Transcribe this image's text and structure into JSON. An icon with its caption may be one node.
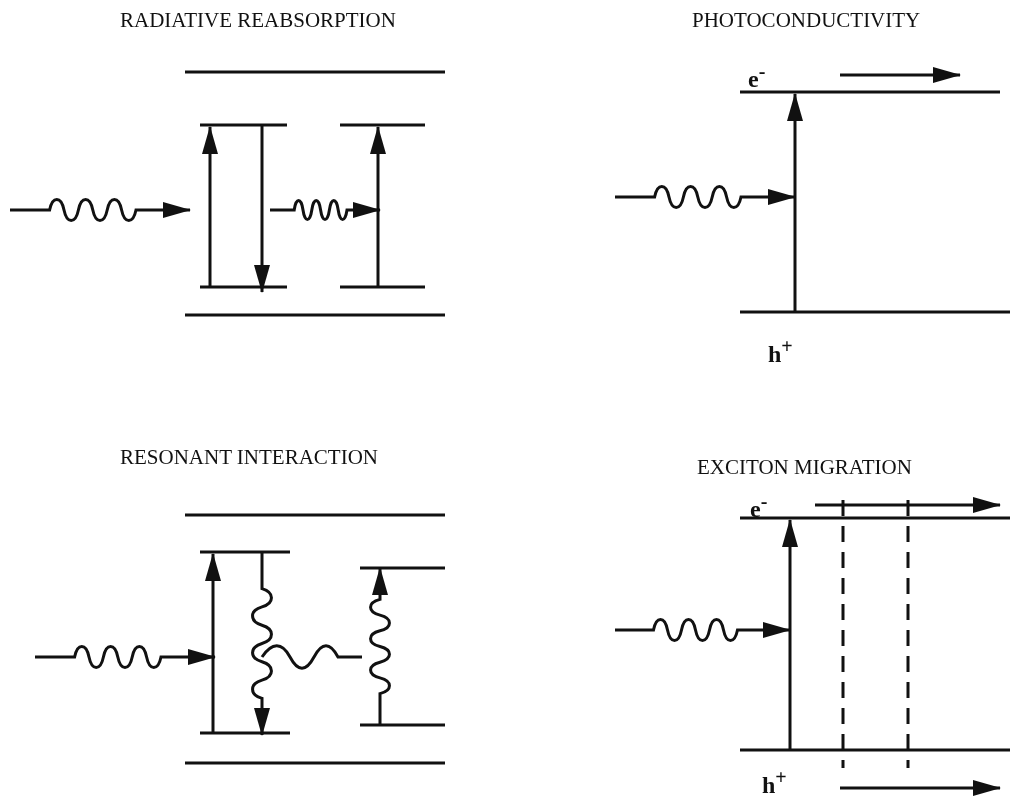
{
  "diagram": {
    "labels": [
      "RADIATIVE REABSORPTION",
      "PHOTOCONDUCTIVITY",
      "e$^{-}$",
      "h$^{+}$",
      "RESONANT INTERACTION",
      "EXCITON MIGRATION",
      "e$^{-}$",
      "h$^{+}$"
    ]
  }
}
